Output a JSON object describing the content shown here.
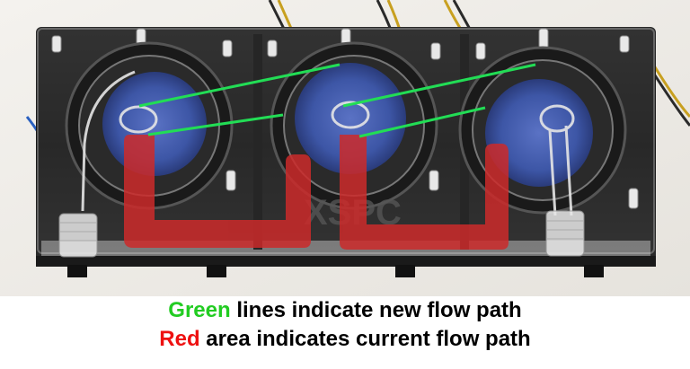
{
  "photo": {
    "brand_mark": "XSPC",
    "pump_count": 3
  },
  "caption": {
    "line1_highlight": "Green",
    "line1_rest": " lines indicate new flow path",
    "line2_highlight": "Red",
    "line2_rest": " area indicates current flow path"
  },
  "colors": {
    "green_line": "#22dd55",
    "red_area": "#cc2a2a",
    "caption_green": "#22cc22",
    "caption_red": "#ee1111",
    "impeller_blue": "#3d56a6",
    "background": "#ffffff"
  }
}
